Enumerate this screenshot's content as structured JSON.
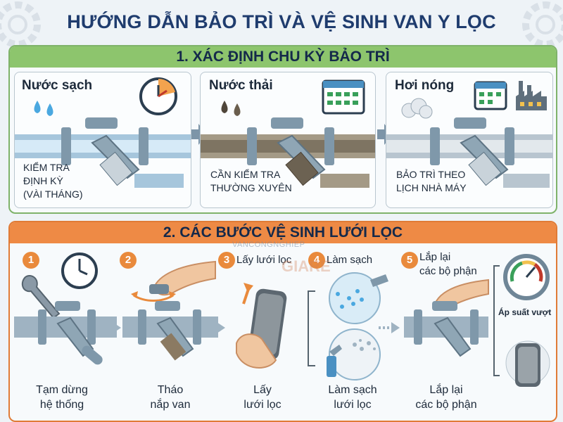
{
  "title": "HƯỚNG DẪN BẢO TRÌ VÀ VỆ SINH VAN Y LỌC",
  "section1": {
    "heading": "1. XÁC ĐỊNH CHU KỲ BẢO TRÌ",
    "cards": [
      {
        "label": "Nước sạch",
        "caption_line1": "KIỂM TRA",
        "caption_line2": "ĐỊNH KỲ",
        "caption_line3": "(VÀI THÁNG)"
      },
      {
        "label": "Nước thải",
        "caption_line1": "CẦN KIỂM TRA",
        "caption_line2": "THƯỜNG XUYÊN"
      },
      {
        "label": "Hơi nóng",
        "caption_line1": "BẢO TRÌ THEO",
        "caption_line2": "LỊCH NHÀ MÁY"
      }
    ]
  },
  "section2": {
    "heading": "2. CÁC BƯỚC VỆ SINH LƯỚI LỌC",
    "steps": [
      {
        "num": "1",
        "caption_line1": "Tạm dừng",
        "caption_line2": "hệ thống"
      },
      {
        "num": "2",
        "caption_line1": "Tháo",
        "caption_line2": "nắp van"
      },
      {
        "num": "3",
        "label": "Lấy lưới lọc",
        "caption_line1": "Lấy",
        "caption_line2": "lưới lọc"
      },
      {
        "num": "4",
        "label": "Làm sạch",
        "caption_line1": "Làm sạch",
        "caption_line2": "lưới lọc"
      },
      {
        "num": "5",
        "label_line1": "Lắp lại",
        "label_line2": "các bộ phận",
        "caption_line1": "Lắp lại",
        "caption_line2": "các bộ phận"
      }
    ],
    "pressure_label": "Áp suất vượt"
  },
  "watermark": {
    "brand": "VANCONGNGHIEP",
    "sub": "GIARE"
  },
  "colors": {
    "title": "#1f3c6e",
    "green": "#8dc56d",
    "orange": "#ee8a45",
    "pipe": "#8fa6b5",
    "water": "#5fb3e0"
  }
}
